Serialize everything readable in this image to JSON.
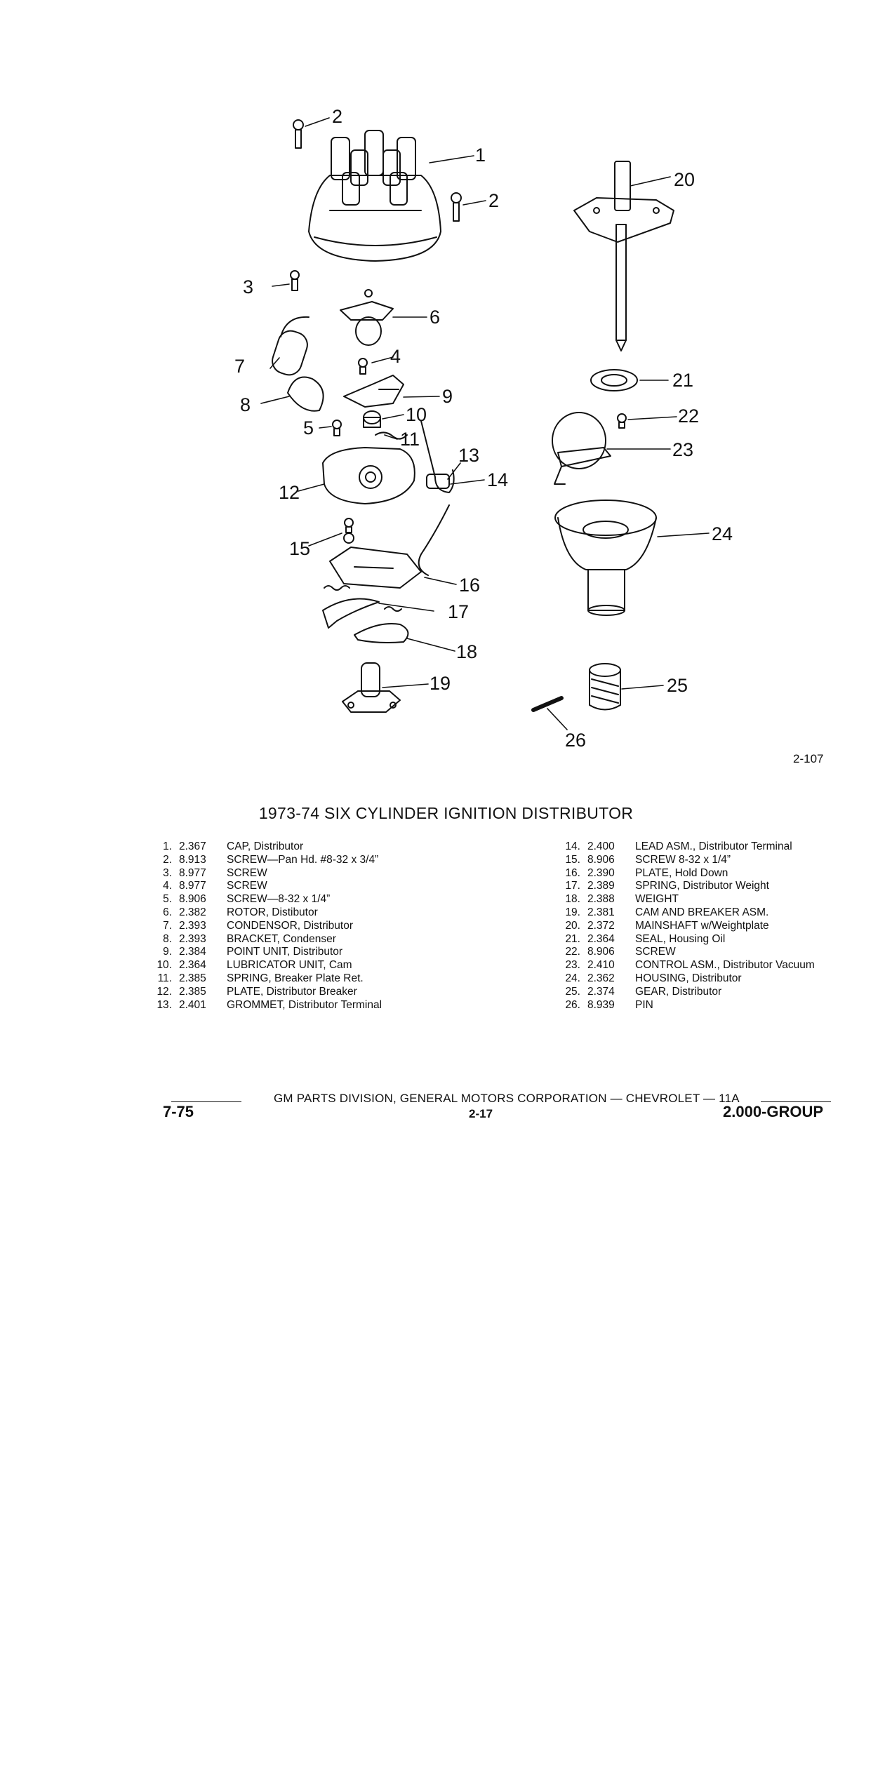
{
  "figure": {
    "callouts": [
      "1",
      "2",
      "2",
      "3",
      "4",
      "5",
      "6",
      "7",
      "8",
      "9",
      "10",
      "11",
      "12",
      "13",
      "14",
      "15",
      "16",
      "17",
      "18",
      "19",
      "20",
      "21",
      "22",
      "23",
      "24",
      "25",
      "26"
    ],
    "figure_id": "2-107"
  },
  "title": "1973-74  SIX CYLINDER IGNITION DISTRIBUTOR",
  "parts_left": [
    {
      "no": "1.",
      "code": "2.367",
      "desc": "CAP, Distributor"
    },
    {
      "no": "2.",
      "code": "8.913",
      "desc": "SCREW—Pan Hd. #8-32 x 3/4”"
    },
    {
      "no": "3.",
      "code": "8.977",
      "desc": "SCREW"
    },
    {
      "no": "4.",
      "code": "8.977",
      "desc": "SCREW"
    },
    {
      "no": "5.",
      "code": "8.906",
      "desc": "SCREW—8-32 x 1/4”"
    },
    {
      "no": "6.",
      "code": "2.382",
      "desc": "ROTOR, Distibutor"
    },
    {
      "no": "7.",
      "code": "2.393",
      "desc": "CONDENSOR, Distributor"
    },
    {
      "no": "8.",
      "code": "2.393",
      "desc": "BRACKET, Condenser"
    },
    {
      "no": "9.",
      "code": "2.384",
      "desc": "POINT UNIT, Distributor"
    },
    {
      "no": "10.",
      "code": "2.364",
      "desc": "LUBRICATOR UNIT, Cam"
    },
    {
      "no": "11.",
      "code": "2.385",
      "desc": "SPRING, Breaker Plate Ret."
    },
    {
      "no": "12.",
      "code": "2.385",
      "desc": "PLATE, Distributor Breaker"
    },
    {
      "no": "13.",
      "code": "2.401",
      "desc": "GROMMET, Distributor Terminal"
    }
  ],
  "parts_right": [
    {
      "no": "14.",
      "code": "2.400",
      "desc": "LEAD ASM., Distributor Terminal"
    },
    {
      "no": "15.",
      "code": "8.906",
      "desc": "SCREW 8-32 x 1/4”"
    },
    {
      "no": "16.",
      "code": "2.390",
      "desc": "PLATE, Hold Down"
    },
    {
      "no": "17.",
      "code": "2.389",
      "desc": "SPRING, Distributor Weight"
    },
    {
      "no": "18.",
      "code": "2.388",
      "desc": "WEIGHT"
    },
    {
      "no": "19.",
      "code": "2.381",
      "desc": "CAM AND BREAKER ASM."
    },
    {
      "no": "20.",
      "code": "2.372",
      "desc": "MAINSHAFT w/Weightplate"
    },
    {
      "no": "21.",
      "code": "2.364",
      "desc": "SEAL, Housing Oil"
    },
    {
      "no": "22.",
      "code": "8.906",
      "desc": "SCREW"
    },
    {
      "no": "23.",
      "code": "2.410",
      "desc": "CONTROL ASM., Distributor Vacuum"
    },
    {
      "no": "24.",
      "code": "2.362",
      "desc": "HOUSING, Distributor"
    },
    {
      "no": "25.",
      "code": "2.374",
      "desc": "GEAR, Distributor"
    },
    {
      "no": "26.",
      "code": "8.939",
      "desc": "PIN"
    }
  ],
  "footer": {
    "date": "7-75",
    "center": "GM PARTS DIVISION, GENERAL MOTORS CORPORATION — CHEVROLET — 11A",
    "page": "2-17",
    "group": "2.000-GROUP"
  }
}
